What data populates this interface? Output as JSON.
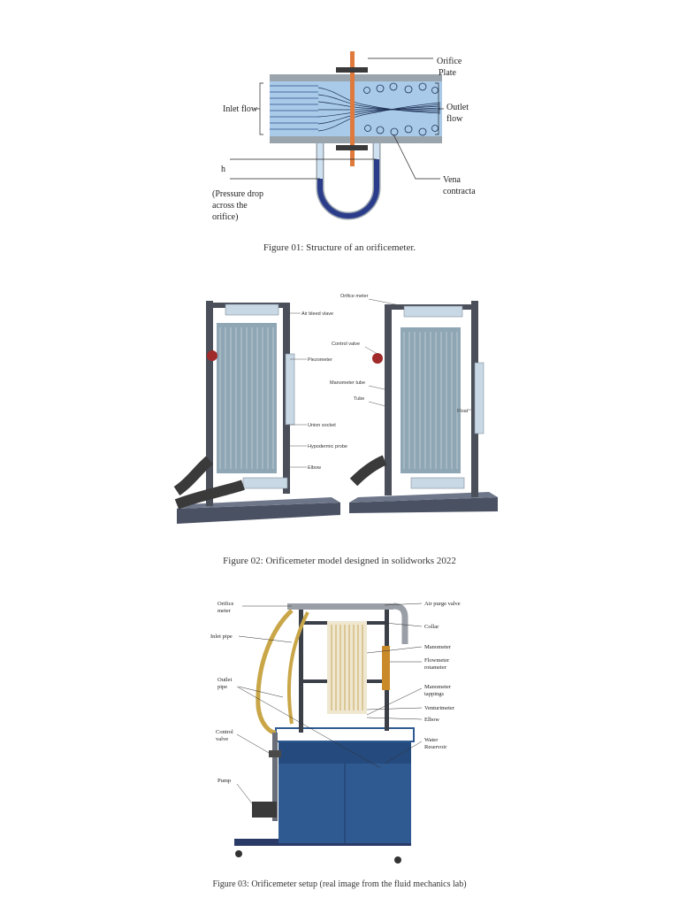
{
  "figure1": {
    "caption": "Figure 01: Structure of an orificemeter.",
    "labels": {
      "orifice_plate_1": "Orifice",
      "orifice_plate_2": "Plate",
      "inlet_flow": "Inlet flow",
      "outlet_flow_1": "Outlet",
      "outlet_flow_2": "flow",
      "vena_1": "Vena",
      "vena_2": "contracta",
      "h": "h",
      "pressure_1": "(Pressure drop",
      "pressure_2": "across the",
      "pressure_3": "orifice)"
    }
  },
  "figure2": {
    "caption": "Figure 02: Orificemeter model designed in solidworks 2022",
    "labels": {
      "air_bleed_valve": "Air bleed vlave",
      "piezometer": "Piezometer",
      "union_socket": "Union socket",
      "hypodermic_probe": "Hypodermic probe",
      "elbow": "Elbow",
      "orifice_meter": "Orifice meter",
      "control_valve": "Control valve",
      "manometer_tube": "Manometer tube",
      "tube": "Tube",
      "float": "Float"
    }
  },
  "figure3": {
    "caption": "Figure 03: Orificemeter setup (real image from the fluid mechanics lab)",
    "labels": {
      "orifice_meter_1": "Orifice",
      "orifice_meter_2": "meter",
      "inlet_pipe": "Inlet pipe",
      "outlet_pipe_1": "Outlet",
      "outlet_pipe_2": "pipe",
      "control_valve_1": "Control",
      "control_valve_2": "valve",
      "pump": "Pump",
      "air_purge_valve": "Air purge valve",
      "collar": "Collar",
      "manometer": "Manometer",
      "flowmeter_1": "Flowmeter",
      "flowmeter_2": "rotameter",
      "tappings_1": "Manometer",
      "tappings_2": "tappings",
      "venturimeter": "Venturimeter",
      "elbow": "Elbow",
      "reservoir_1": "Water",
      "reservoir_2": "Reservoir"
    }
  },
  "colors": {
    "pipe_fill": "#a9cbe9",
    "pipe_wall": "#9aa4ad",
    "orifice_plate": "#e07a3c",
    "manometer_fluid": "#2b3d8a",
    "frame": "#4a4f5a",
    "tank": "#2f5a91",
    "hose": "#c9a648"
  }
}
